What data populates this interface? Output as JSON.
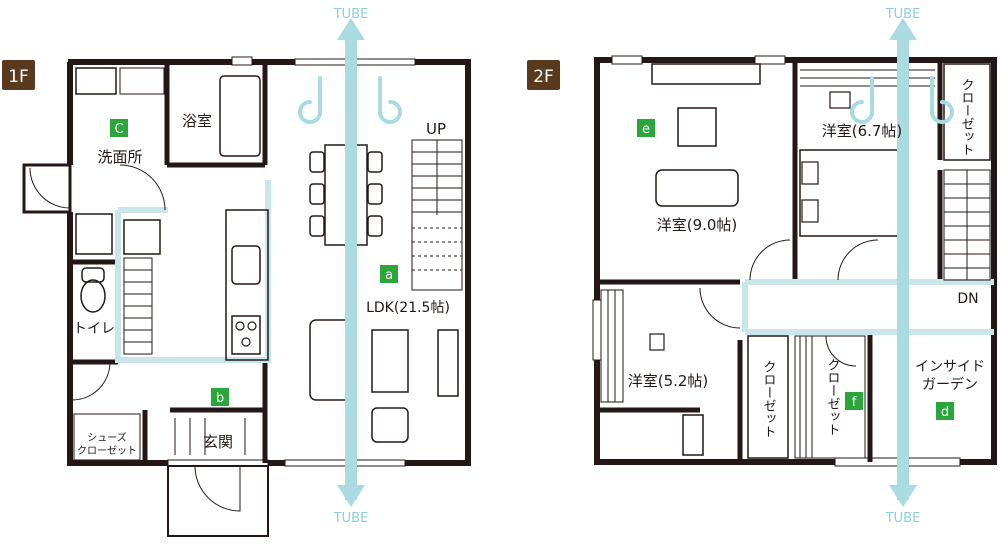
{
  "colors": {
    "wall": "#231815",
    "floor_tag_bg": "#5a3a1e",
    "tube": "#a9dbe0",
    "tube_text": "#8fcfd6",
    "badge": "#2aa63a",
    "partition": "#c9e6ea"
  },
  "tube_label": "TUBE",
  "floor1": {
    "tag": "1F",
    "rooms": {
      "washroom": "洗面所",
      "bath": "浴室",
      "toilet": "トイレ",
      "shoe_closet_1": "シューズ",
      "shoe_closet_2": "クローゼット",
      "entrance": "玄関",
      "ldk": "LDK(21.5帖)",
      "stairs_up": "UP"
    },
    "badges": {
      "washroom": "C",
      "hall": "b",
      "ldk": "a"
    }
  },
  "floor2": {
    "tag": "2F",
    "rooms": {
      "room_9": "洋室(9.0帖)",
      "room_67": "洋室(6.7帖)",
      "room_52": "洋室(5.2帖)",
      "closet_top": "クローゼット",
      "closet_mid": "クローゼット",
      "closet_f": "クローゼット",
      "inside_garden_1": "インサイド",
      "inside_garden_2": "ガーデン",
      "stairs_down": "DN"
    },
    "badges": {
      "room_9": "e",
      "closet_f": "f",
      "garden": "d"
    }
  }
}
